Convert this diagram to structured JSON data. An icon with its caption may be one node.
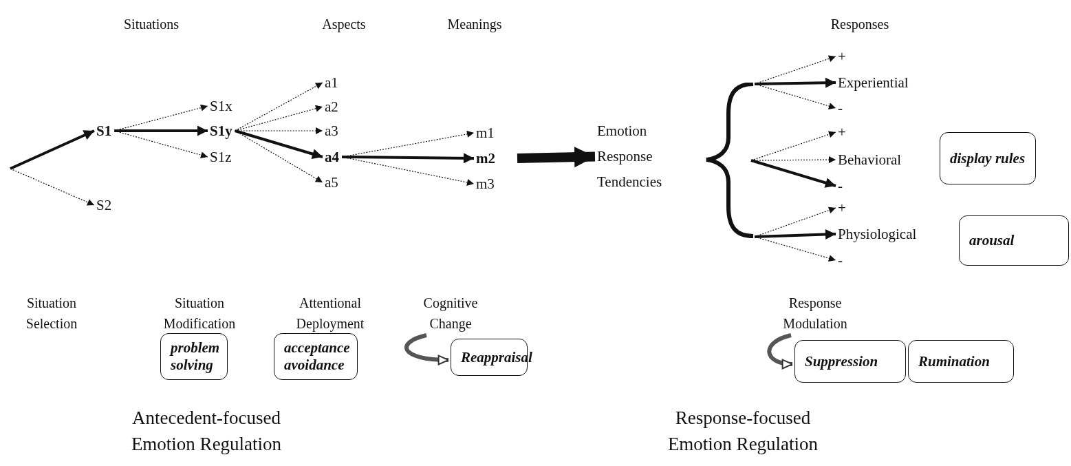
{
  "diagram": {
    "nodes": [
      {
        "text": [
          "S1"
        ]
      },
      {
        "text": [
          "S2"
        ]
      },
      {
        "text": [
          "S1x"
        ]
      },
      {
        "text": [
          "S1y"
        ]
      },
      {
        "text": [
          "S1z"
        ]
      },
      {
        "text": [
          "a1"
        ]
      },
      {
        "text": [
          "a2"
        ]
      },
      {
        "text": [
          "a3"
        ]
      },
      {
        "text": [
          "a4"
        ]
      },
      {
        "text": [
          "a5"
        ]
      },
      {
        "text": [
          "m1"
        ]
      },
      {
        "text": [
          "m2"
        ]
      },
      {
        "text": [
          "m3"
        ]
      },
      {
        "text": [
          "Emotion Response Tendencies"
        ]
      },
      {
        "text": [],
        "shape": "brace"
      },
      {
        "text": [
          "+"
        ]
      },
      {
        "text": [
          "Experiential"
        ]
      },
      {
        "text": [
          "-"
        ]
      },
      {
        "text": [
          "+"
        ]
      },
      {
        "text": [
          "Behavioral"
        ]
      },
      {
        "text": [
          "-"
        ]
      },
      {
        "text": [
          "+"
        ]
      },
      {
        "text": [
          "Physiological"
        ]
      },
      {
        "text": [
          "-"
        ]
      },
      {
        "text": [
          "display rules"
        ]
      },
      {
        "text": [
          "arousal"
        ]
      },
      {
        "text": [
          "problem solving"
        ]
      },
      {
        "text": [
          "acceptance avoidance"
        ]
      },
      {
        "text": [
          "Reappraisal"
        ]
      },
      {
        "text": [
          "Suppression"
        ]
      },
      {
        "text": [
          "Rumination"
        ]
      },
      {
        "text": [
          "Cognitive Change"
        ]
      },
      {
        "text": [
          "Response Modulation"
        ]
      }
    ],
    "edges": [
      {
        "from": null,
        "to": 0,
        "arrow": "to",
        "style": "thick"
      },
      {
        "from": null,
        "to": 1,
        "arrow": "to",
        "style": "dashed"
      },
      {
        "from": 0,
        "to": 2,
        "arrow": "to",
        "style": "dashed"
      },
      {
        "from": 0,
        "to": 3,
        "arrow": "to",
        "style": "thick"
      },
      {
        "from": 0,
        "to": 4,
        "arrow": "to",
        "style": "dashed"
      },
      {
        "from": 3,
        "to": 5,
        "arrow": "to",
        "style": "dashed"
      },
      {
        "from": 3,
        "to": 6,
        "arrow": "to",
        "style": "dashed"
      },
      {
        "from": 3,
        "to": 7,
        "arrow": "to",
        "style": "dashed"
      },
      {
        "from": 3,
        "to": 8,
        "arrow": "to",
        "style": "thick"
      },
      {
        "from": 3,
        "to": 9,
        "arrow": "to",
        "style": "dashed"
      },
      {
        "from": 8,
        "to": 10,
        "arrow": "to",
        "style": "dashed"
      },
      {
        "from": 8,
        "to": 11,
        "arrow": "to",
        "style": "thick"
      },
      {
        "from": 8,
        "to": 12,
        "arrow": "to",
        "style": "dashed"
      },
      {
        "from": 11,
        "to": 13,
        "arrow": "to",
        "style": "thick"
      },
      {
        "from": 14,
        "to": 15,
        "arrow": "to",
        "style": "dashed"
      },
      {
        "from": 14,
        "to": 16,
        "arrow": "to",
        "style": "thick"
      },
      {
        "from": 14,
        "to": 17,
        "arrow": "to",
        "style": "dashed"
      },
      {
        "from": 14,
        "to": 18,
        "arrow": "to",
        "style": "dashed"
      },
      {
        "from": 14,
        "to": 19,
        "arrow": "to",
        "style": "dashed"
      },
      {
        "from": 14,
        "to": 20,
        "arrow": "to",
        "style": "thick"
      },
      {
        "from": 14,
        "to": 21,
        "arrow": "to",
        "style": "dashed"
      },
      {
        "from": 14,
        "to": 22,
        "arrow": "to",
        "style": "thick"
      },
      {
        "from": 14,
        "to": 23,
        "arrow": "to",
        "style": "dashed"
      },
      {
        "from": 31,
        "to": 28,
        "arrow": "to",
        "style": "thick"
      },
      {
        "from": 32,
        "to": 29,
        "arrow": "to",
        "style": "thick"
      }
    ],
    "labels": [
      "Situations",
      "Aspects",
      "Meanings",
      "Responses",
      "Situation Selection",
      "Situation Modification",
      "Attentional Deployment",
      "Antecedent-focused Emotion Regulation",
      "Response-focused Emotion Regulation"
    ]
  }
}
